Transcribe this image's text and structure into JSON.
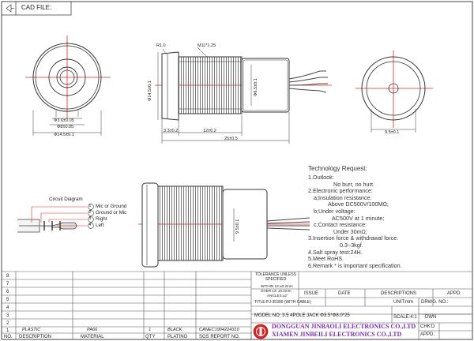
{
  "header": {
    "cad_file_label": "CAD FILE:"
  },
  "views": {
    "front": {
      "dims": [
        "Φ3.6±0.05",
        "Φ8±0.05",
        "Φ14.5±0.1"
      ]
    },
    "side": {
      "callouts": [
        "R1.0",
        "M11*1.25"
      ],
      "dims": [
        "Φ14.5±0.1",
        "Φ6.5±0.1",
        "3.3±0.2",
        "12±0.2",
        "25±0.5"
      ]
    },
    "rear": {
      "dims": [
        "9.5±0.1"
      ]
    },
    "lower": {
      "dims": [
        "9.5±0.1"
      ]
    }
  },
  "circuit": {
    "title": "Circuit Diagram",
    "pins": [
      {
        "num": "1",
        "label": "Mic or Ground"
      },
      {
        "num": "2",
        "label": "Ground or Mic"
      },
      {
        "num": "3",
        "label": "Right"
      },
      {
        "num": "4",
        "label": "Left"
      }
    ]
  },
  "technology": {
    "title": "Technology Request:",
    "lines": [
      "1.Outlook:",
      "No burr, no hurt.",
      "2.Electronic performance:",
      "a;Insulation resistance:",
      "Above DC500V/100MΩ;",
      "b;Under voltage:",
      "AC500V at 1 minute;",
      "c;Contact resistance:",
      "Under 30mΩ;",
      "3.Insertion force & withdrawal force:",
      "0.3~3kgf.",
      "4.Salt spray test:24H.",
      "5.Meet RoHS.",
      "6.Remark * is important specification."
    ]
  },
  "bom": {
    "row_numbers": [
      "8",
      "7",
      "6",
      "5",
      "4",
      "3",
      "2",
      "1"
    ],
    "row1": {
      "description": "PLASTIC",
      "material": "PA66",
      "qty": "1",
      "plating": "BLACK",
      "sgs": "CANEC1904224310"
    },
    "headers": {
      "no": "NO.",
      "description": "DESCRIPTION",
      "material": "MATERIAL",
      "qty": "QTY",
      "plating": "PLATING",
      "sgs": "SGS REPORT NO."
    }
  },
  "title_block": {
    "tolerance": "TOLERANCE UNLESS SPECIFIED",
    "within": "WITHIN 13:±0.2mm",
    "over": "OVER 13: ±0.2mm",
    "angles": "ANGLES:±2°",
    "issue": "ISSUE",
    "date": "DATE",
    "descriptions": "DESCRIPTIONS",
    "appd_rev": "APPD.",
    "title": "TITLE:PJ-35390 (WITH CABLE)",
    "unit": "UNIT:mm",
    "drwg_no": "DRWG. NO.:",
    "model": "MODEL NO: 3.5 4POLE JACK Φ3.5*Φ8.0*25",
    "scale": "SCALE:4:1",
    "dwn": "DWN",
    "company1": "DONGGUAN JINBAOLI ELECTRONICS CO.,LTD",
    "company2": "XIAMEN JINBEILI ELECTRONICS CO.,LTD",
    "chkd": "CHK'D",
    "appd": "APPD."
  }
}
